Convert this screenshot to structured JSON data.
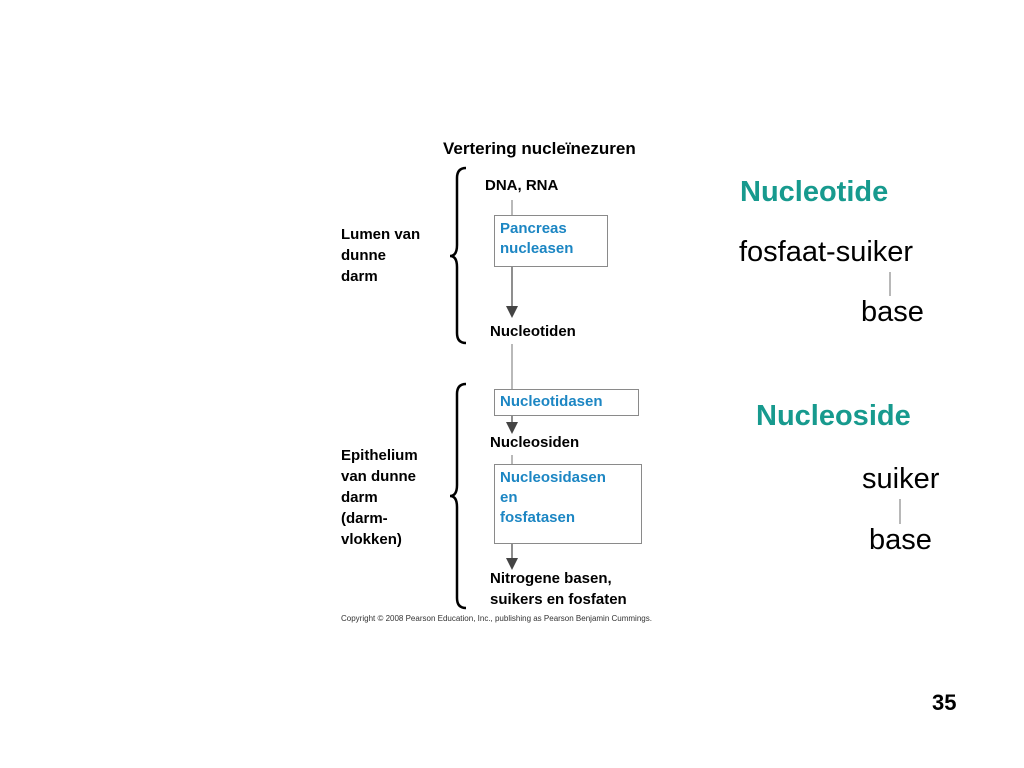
{
  "diagram": {
    "title": "Vertering nucleïnezuren",
    "lumen_label": "Lumen van\ndunne\ndarm",
    "epithelium_label": "Epithelium\nvan dunne\ndarm\n(darm-\nvlokken)",
    "substrate": "DNA, RNA",
    "enzyme1": [
      "Pancreas",
      "nucleasen"
    ],
    "product1": "Nucleotiden",
    "enzyme2": [
      "Nucleotidasen"
    ],
    "product2": "Nucleosiden",
    "enzyme3": [
      "Nucleosidasen",
      "en",
      "fosfatasen"
    ],
    "final_product": [
      "Nitrogene basen,",
      "suikers en fosfaten"
    ],
    "copyright": "Copyright © 2008 Pearson Education, Inc., publishing as Pearson Benjamin Cummings."
  },
  "nucleotide": {
    "heading": "Nucleotide",
    "line1": "fosfaat-suiker",
    "line2": "base"
  },
  "nucleoside": {
    "heading": "Nucleoside",
    "line1": "suiker",
    "line2": "base"
  },
  "slide_number": "35",
  "colors": {
    "enzyme_text": "#1c86c3",
    "heading": "#179a8e",
    "box_border": "#8a8a8a",
    "connector": "#8a8a8a"
  }
}
